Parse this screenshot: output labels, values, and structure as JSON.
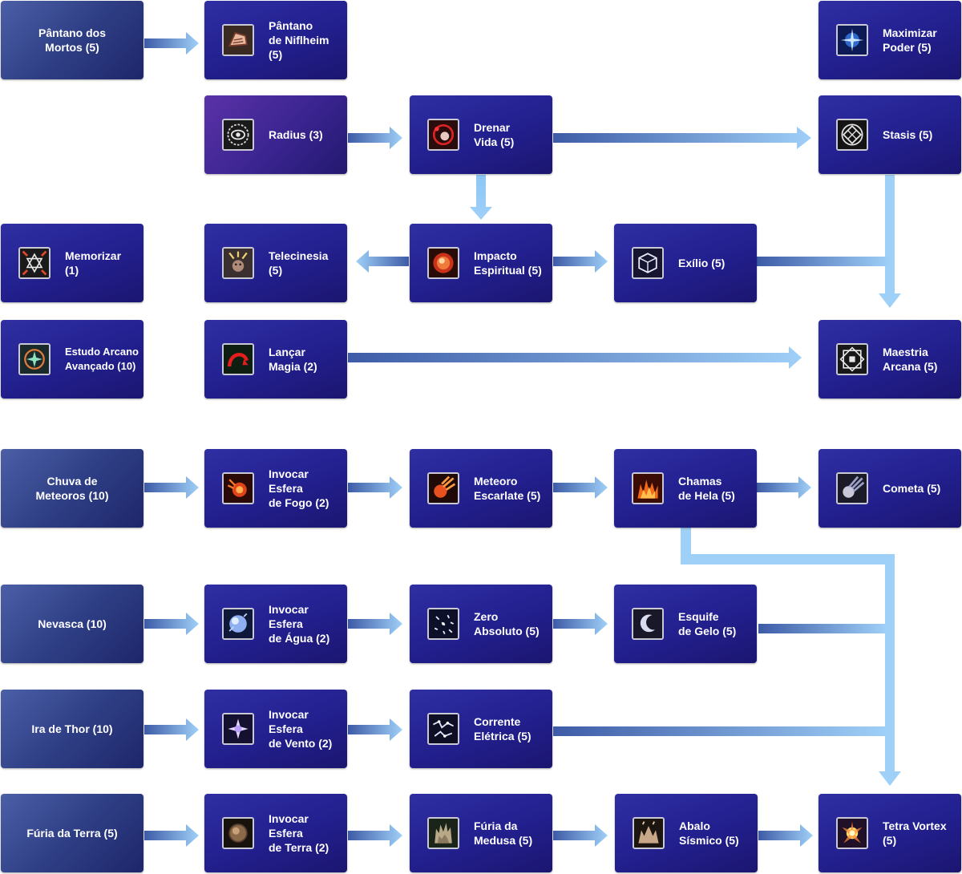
{
  "colors": {
    "node_fill": "#26228f",
    "base_node_fill": "#34458a",
    "radius_node_fill": "#46289a",
    "arrow": "#8dc6f5",
    "arrow_dark": "#3d5ba6",
    "text": "#ffffff"
  },
  "nodes": {
    "pantano_dos_mortos": {
      "label": "Pântano dos\nMortos (5)",
      "icon": "none",
      "kind": "base"
    },
    "pantano_niflheim": {
      "label": "Pântano\nde Niflheim\n(5)",
      "icon": "swamp-hand-icon",
      "kind": "skill"
    },
    "maximizar_poder": {
      "label": "Maximizar\nPoder (5)",
      "icon": "power-burst-icon",
      "kind": "skill"
    },
    "radius": {
      "label": "Radius (3)",
      "icon": "radius-circle-icon",
      "kind": "radius"
    },
    "drenar_vida": {
      "label": "Drenar\nVida (5)",
      "icon": "drain-life-icon",
      "kind": "skill"
    },
    "stasis": {
      "label": "Stasis (5)",
      "icon": "stasis-diamond-icon",
      "kind": "skill"
    },
    "memorizar": {
      "label": "Memorizar\n(1)",
      "icon": "memorize-star-icon",
      "kind": "skill"
    },
    "telecinesia": {
      "label": "Telecinesia\n(5)",
      "icon": "telekinesis-icon",
      "kind": "skill"
    },
    "impacto_espiritual": {
      "label": "Impacto\nEspiritual (5)",
      "icon": "spirit-orb-icon",
      "kind": "skill"
    },
    "exilio": {
      "label": "Exílio (5)",
      "icon": "exile-cube-icon",
      "kind": "skill"
    },
    "estudo_arcano": {
      "label": "Estudo Arcano\nAvançado (10)",
      "icon": "arcane-study-icon",
      "kind": "skill"
    },
    "lancar_magia": {
      "label": "Lançar\nMagia  (2)",
      "icon": "cast-magic-icon",
      "kind": "skill"
    },
    "maestria_arcana": {
      "label": "Maestria\nArcana (5)",
      "icon": "arcane-mastery-icon",
      "kind": "skill"
    },
    "chuva_meteoros": {
      "label": "Chuva de\nMeteoros (10)",
      "icon": "none",
      "kind": "base"
    },
    "esfera_fogo": {
      "label": "Invocar\nEsfera\nde Fogo (2)",
      "icon": "fire-sphere-icon",
      "kind": "skill"
    },
    "meteoro_escarlate": {
      "label": "Meteoro\nEscarlate (5)",
      "icon": "scarlet-meteor-icon",
      "kind": "skill"
    },
    "chamas_hela": {
      "label": "Chamas\nde Hela (5)",
      "icon": "hela-flames-icon",
      "kind": "skill"
    },
    "cometa": {
      "label": "Cometa (5)",
      "icon": "comet-icon",
      "kind": "skill"
    },
    "nevasca": {
      "label": "Nevasca (10)",
      "icon": "none",
      "kind": "base"
    },
    "esfera_agua": {
      "label": "Invocar\nEsfera\nde Água (2)",
      "icon": "water-sphere-icon",
      "kind": "skill"
    },
    "zero_absoluto": {
      "label": "Zero\nAbsoluto (5)",
      "icon": "absolute-zero-icon",
      "kind": "skill"
    },
    "esquife_gelo": {
      "label": "Esquife\nde Gelo (5)",
      "icon": "ice-coffin-icon",
      "kind": "skill"
    },
    "ira_thor": {
      "label": "Ira de Thor (10)",
      "icon": "none",
      "kind": "base"
    },
    "esfera_vento": {
      "label": "Invocar\nEsfera\nde Vento (2)",
      "icon": "wind-sphere-icon",
      "kind": "skill"
    },
    "corrente_eletrica": {
      "label": "Corrente\nElétrica (5)",
      "icon": "electric-current-icon",
      "kind": "skill"
    },
    "furia_terra": {
      "label": "Fúria da Terra (5)",
      "icon": "none",
      "kind": "base"
    },
    "esfera_terra": {
      "label": "Invocar\nEsfera\nde Terra (2)",
      "icon": "earth-sphere-icon",
      "kind": "skill"
    },
    "furia_medusa": {
      "label": "Fúria da\nMedusa (5)",
      "icon": "medusa-fury-icon",
      "kind": "skill"
    },
    "abalo_sismico": {
      "label": "Abalo\nSísmico (5)",
      "icon": "seismic-icon",
      "kind": "skill"
    },
    "tetra_vortex": {
      "label": "Tetra Vortex\n(5)",
      "icon": "tetra-vortex-icon",
      "kind": "skill"
    }
  },
  "edges": [
    [
      "pantano_dos_mortos",
      "pantano_niflheim"
    ],
    [
      "radius",
      "drenar_vida"
    ],
    [
      "drenar_vida",
      "stasis"
    ],
    [
      "drenar_vida",
      "impacto_espiritual"
    ],
    [
      "impacto_espiritual",
      "telecinesia"
    ],
    [
      "impacto_espiritual",
      "exilio"
    ],
    [
      "stasis",
      "maestria_arcana"
    ],
    [
      "exilio",
      "maestria_arcana"
    ],
    [
      "lancar_magia",
      "maestria_arcana"
    ],
    [
      "chuva_meteoros",
      "esfera_fogo"
    ],
    [
      "esfera_fogo",
      "meteoro_escarlate"
    ],
    [
      "meteoro_escarlate",
      "chamas_hela"
    ],
    [
      "chamas_hela",
      "cometa"
    ],
    [
      "chamas_hela",
      "tetra_vortex"
    ],
    [
      "nevasca",
      "esfera_agua"
    ],
    [
      "esfera_agua",
      "zero_absoluto"
    ],
    [
      "zero_absoluto",
      "esquife_gelo"
    ],
    [
      "esquife_gelo",
      "tetra_vortex"
    ],
    [
      "ira_thor",
      "esfera_vento"
    ],
    [
      "esfera_vento",
      "corrente_eletrica"
    ],
    [
      "corrente_eletrica",
      "tetra_vortex"
    ],
    [
      "furia_terra",
      "esfera_terra"
    ],
    [
      "esfera_terra",
      "furia_medusa"
    ],
    [
      "furia_medusa",
      "abalo_sismico"
    ],
    [
      "abalo_sismico",
      "tetra_vortex"
    ]
  ]
}
